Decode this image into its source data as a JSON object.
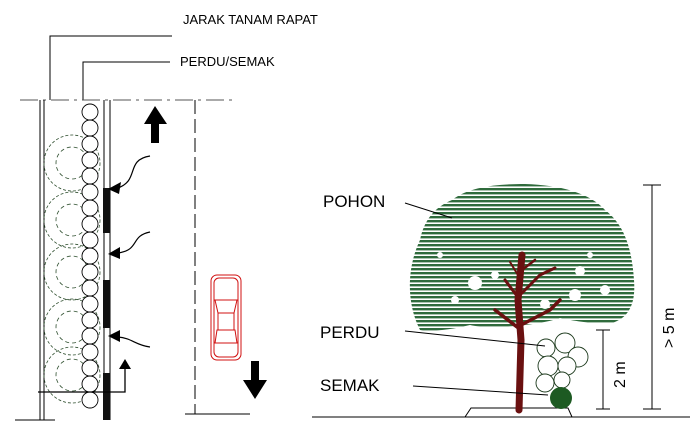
{
  "plan": {
    "label_spacing": "JARAK TANAM RAPAT",
    "label_shrub": "PERDU/SEMAK"
  },
  "elevation": {
    "label_tree": "POHON",
    "label_perdu": "PERDU",
    "label_semak": "SEMAK",
    "dim_small": "2 m",
    "dim_large": "> 5 m"
  },
  "colors": {
    "canopy": "#2f6b3c",
    "trunk": "#6a1010",
    "car": "#d01010",
    "semak": "#1d5a22"
  }
}
